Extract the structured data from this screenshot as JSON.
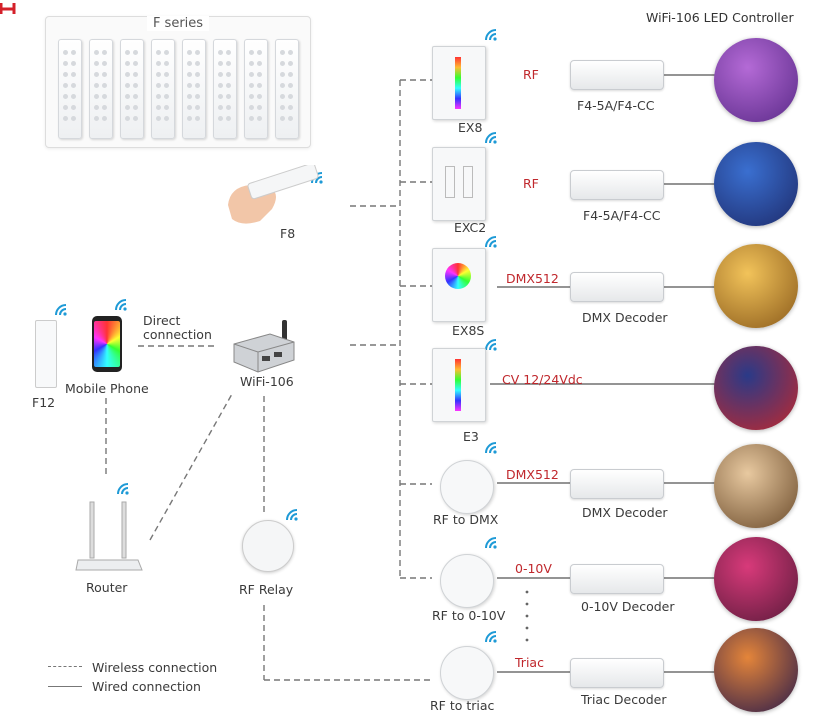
{
  "header": {
    "title": "WiFi-106 LED Controller"
  },
  "f_series": {
    "title": "F series",
    "remote_count": 8
  },
  "sources": {
    "f8": "F8",
    "f12": "F12",
    "mobile": "Mobile Phone",
    "direct": [
      "Direct",
      "connection"
    ],
    "wifi106": "WiFi-106",
    "router": "Router",
    "rf_relay": "RF Relay"
  },
  "panels": [
    {
      "name": "EX8",
      "signal": "RF",
      "decoder": "F4-5A/F4-CC"
    },
    {
      "name": "EXC2",
      "signal": "RF",
      "decoder": "F4-5A/F4-CC"
    },
    {
      "name": "EX8S",
      "signal": "DMX512",
      "decoder": "DMX Decoder"
    },
    {
      "name": "E3",
      "signal": "CV 12/24Vdc",
      "decoder": ""
    },
    {
      "name": "RF to DMX",
      "signal": "DMX512",
      "decoder": "DMX Decoder"
    },
    {
      "name": "RF to 0-10V",
      "signal": "0-10V",
      "decoder": "0-10V Decoder"
    },
    {
      "name": "RF to triac",
      "signal": "Triac",
      "decoder": "Triac Decoder"
    }
  ],
  "legend": {
    "wireless": "Wireless connection",
    "wired": "Wired connection"
  },
  "colors": {
    "accent_red": "#c0282d",
    "wifi_blue": "#1e9ad6",
    "line_gray": "#777777"
  }
}
